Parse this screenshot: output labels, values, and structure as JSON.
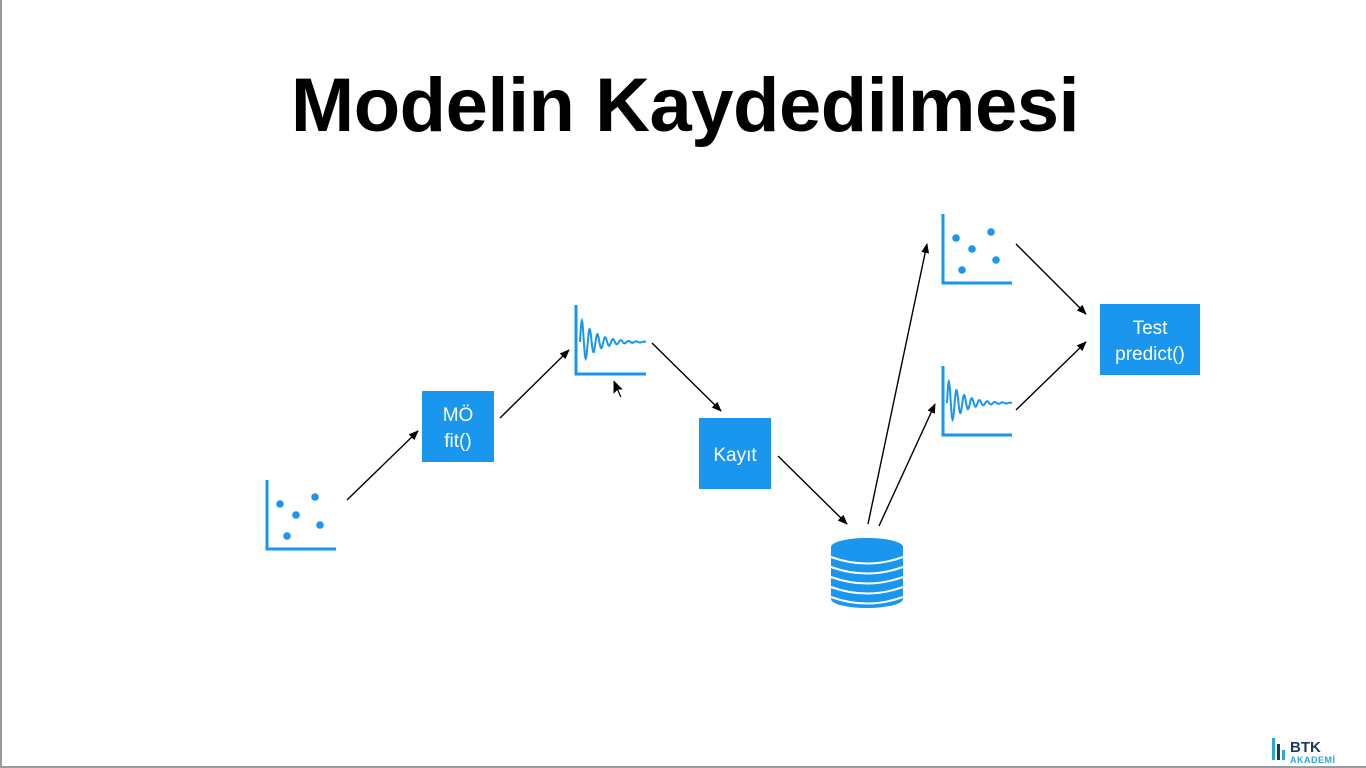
{
  "title": "Modelin Kaydedilmesi",
  "diagram": {
    "nodes": {
      "train_box_line1": "MÖ",
      "train_box_line2": "fit()",
      "save_box": "Kayıt",
      "test_box_line1": "Test",
      "test_box_line2": "predict()"
    },
    "icons": [
      "scatter-plot-icon",
      "fitted-curve-icon",
      "database-icon",
      "scatter-plot-icon",
      "fitted-curve-icon"
    ]
  },
  "logo": {
    "line1": "BTK",
    "line2": "AKADEMİ"
  },
  "colors": {
    "accent": "#1a96ee",
    "title": "#000000",
    "arrow": "#000000",
    "logo_dark": "#1c3a5e",
    "logo_accent": "#2aa7d8"
  }
}
